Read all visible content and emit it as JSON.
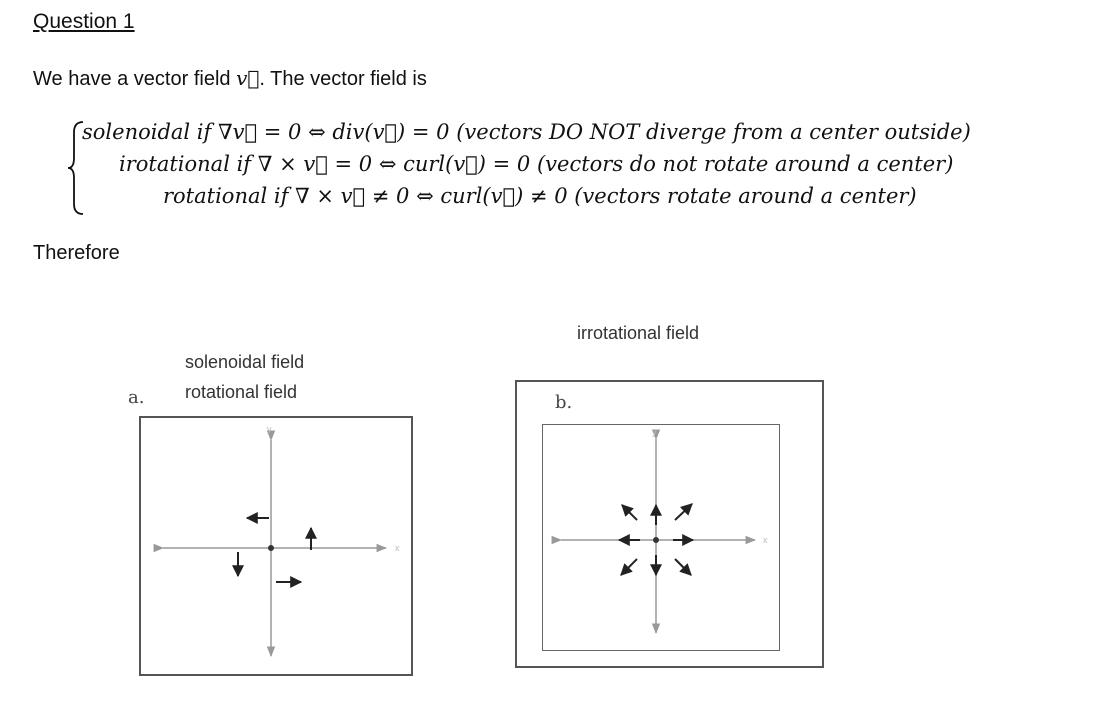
{
  "question": {
    "title": "Question 1"
  },
  "intro": {
    "text": "We have a vector field ",
    "vector_symbol": "v⃗",
    "text_after": ". The vector field is"
  },
  "cases": [
    "solenoidal  if  ∇v⃗ = 0   ⇔  div(v⃗) = 0   (vectors DO NOT diverge from a center outside)",
    "irotational  if  ∇ × v⃗ = 0 ⇔  curl(v⃗) = 0  (vectors do not rotate around a center)",
    "rotational  if  ∇ × v⃗  ≠ 0 ⇔ curl(v⃗) ≠ 0 (vectors rotate around a center)"
  ],
  "therefore": "Therefore",
  "figure_a": {
    "letter": "a.",
    "labels": [
      "solenoidal field",
      "rotational field"
    ],
    "axis_y": "y",
    "axis_x": "x"
  },
  "figure_b": {
    "letter": "b.",
    "label": "irrotational field",
    "axis_y": "y",
    "axis_x": "x"
  }
}
